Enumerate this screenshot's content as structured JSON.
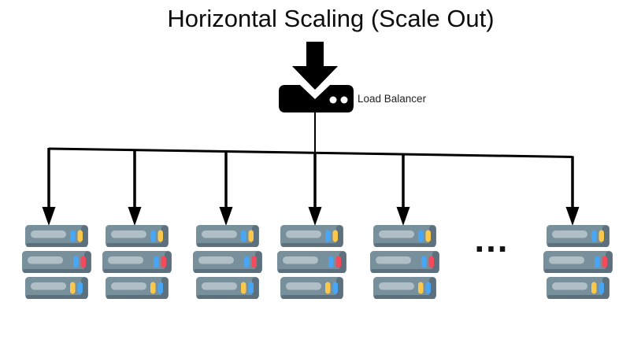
{
  "title": "Horizontal Scaling (Scale Out)",
  "load_balancer": {
    "label": "Load Balancer"
  },
  "ellipsis": "…",
  "servers": [
    {
      "id": "server-1",
      "rows": [
        {
          "lights": [
            "blue",
            "yellow"
          ]
        },
        {
          "lights": [
            "blue",
            "red"
          ]
        },
        {
          "lights": [
            "yellow",
            "blue"
          ]
        }
      ]
    },
    {
      "id": "server-2",
      "rows": [
        {
          "lights": [
            "blue",
            "yellow"
          ]
        },
        {
          "lights": [
            "blue",
            "red"
          ]
        },
        {
          "lights": [
            "yellow",
            "blue"
          ]
        }
      ]
    },
    {
      "id": "server-3",
      "rows": [
        {
          "lights": [
            "blue",
            "yellow"
          ]
        },
        {
          "lights": [
            "blue",
            "red"
          ]
        },
        {
          "lights": [
            "yellow",
            "blue"
          ]
        }
      ]
    },
    {
      "id": "server-4",
      "rows": [
        {
          "lights": [
            "blue",
            "yellow"
          ]
        },
        {
          "lights": [
            "blue",
            "red"
          ]
        },
        {
          "lights": [
            "yellow",
            "blue"
          ]
        }
      ]
    },
    {
      "id": "server-5",
      "rows": [
        {
          "lights": [
            "blue",
            "yellow"
          ]
        },
        {
          "lights": [
            "blue",
            "red"
          ]
        },
        {
          "lights": [
            "yellow",
            "blue"
          ]
        }
      ]
    },
    {
      "id": "server-6",
      "rows": [
        {
          "lights": [
            "blue",
            "yellow"
          ]
        },
        {
          "lights": [
            "blue",
            "red"
          ]
        },
        {
          "lights": [
            "yellow",
            "blue"
          ]
        }
      ]
    }
  ],
  "colors": {
    "line": "#000000",
    "icon": "#000000",
    "title_text": "#0d0d0d",
    "server_body": "#78909C",
    "server_edge": "#5C707D",
    "server_slot": "#B0BEC5",
    "blue": "#47A6F5",
    "yellow": "#FCC84B",
    "red": "#F5495C"
  }
}
